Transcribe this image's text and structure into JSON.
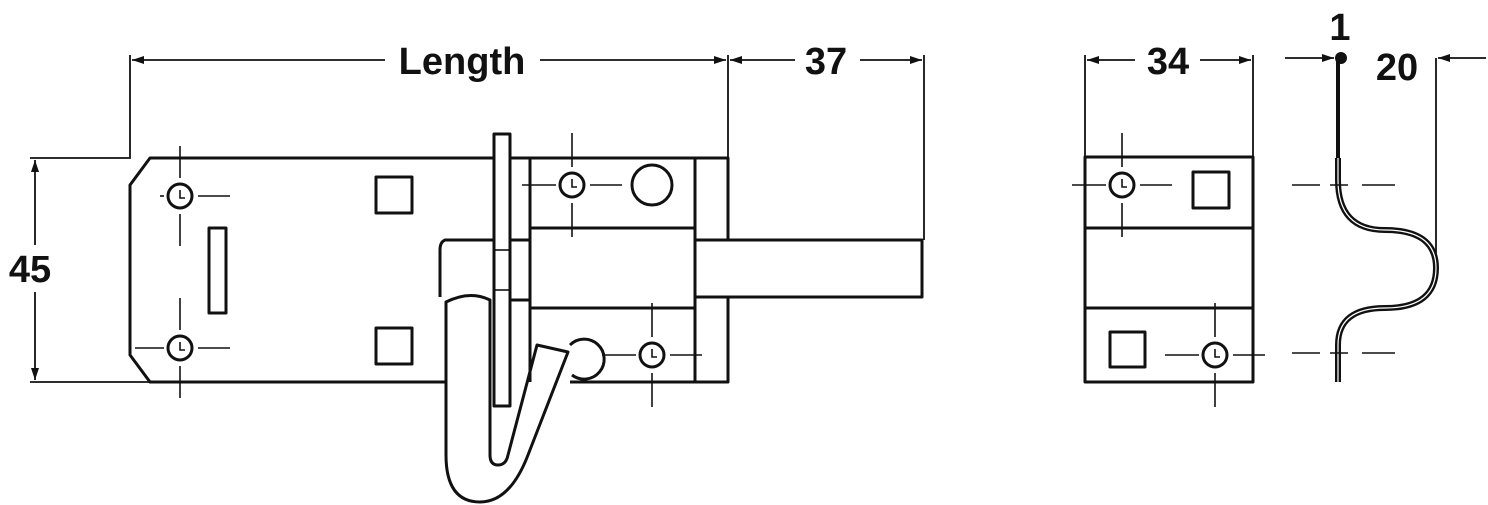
{
  "title": "Padlockable door bolt dimension drawing",
  "dimensions": {
    "length": "Length",
    "bolt_projection": "37",
    "height": "45",
    "keeper_width": "34",
    "keeper_thickness": "1",
    "keeper_depth": "20"
  },
  "colors": {
    "line": "#111111",
    "background": "#ffffff"
  }
}
